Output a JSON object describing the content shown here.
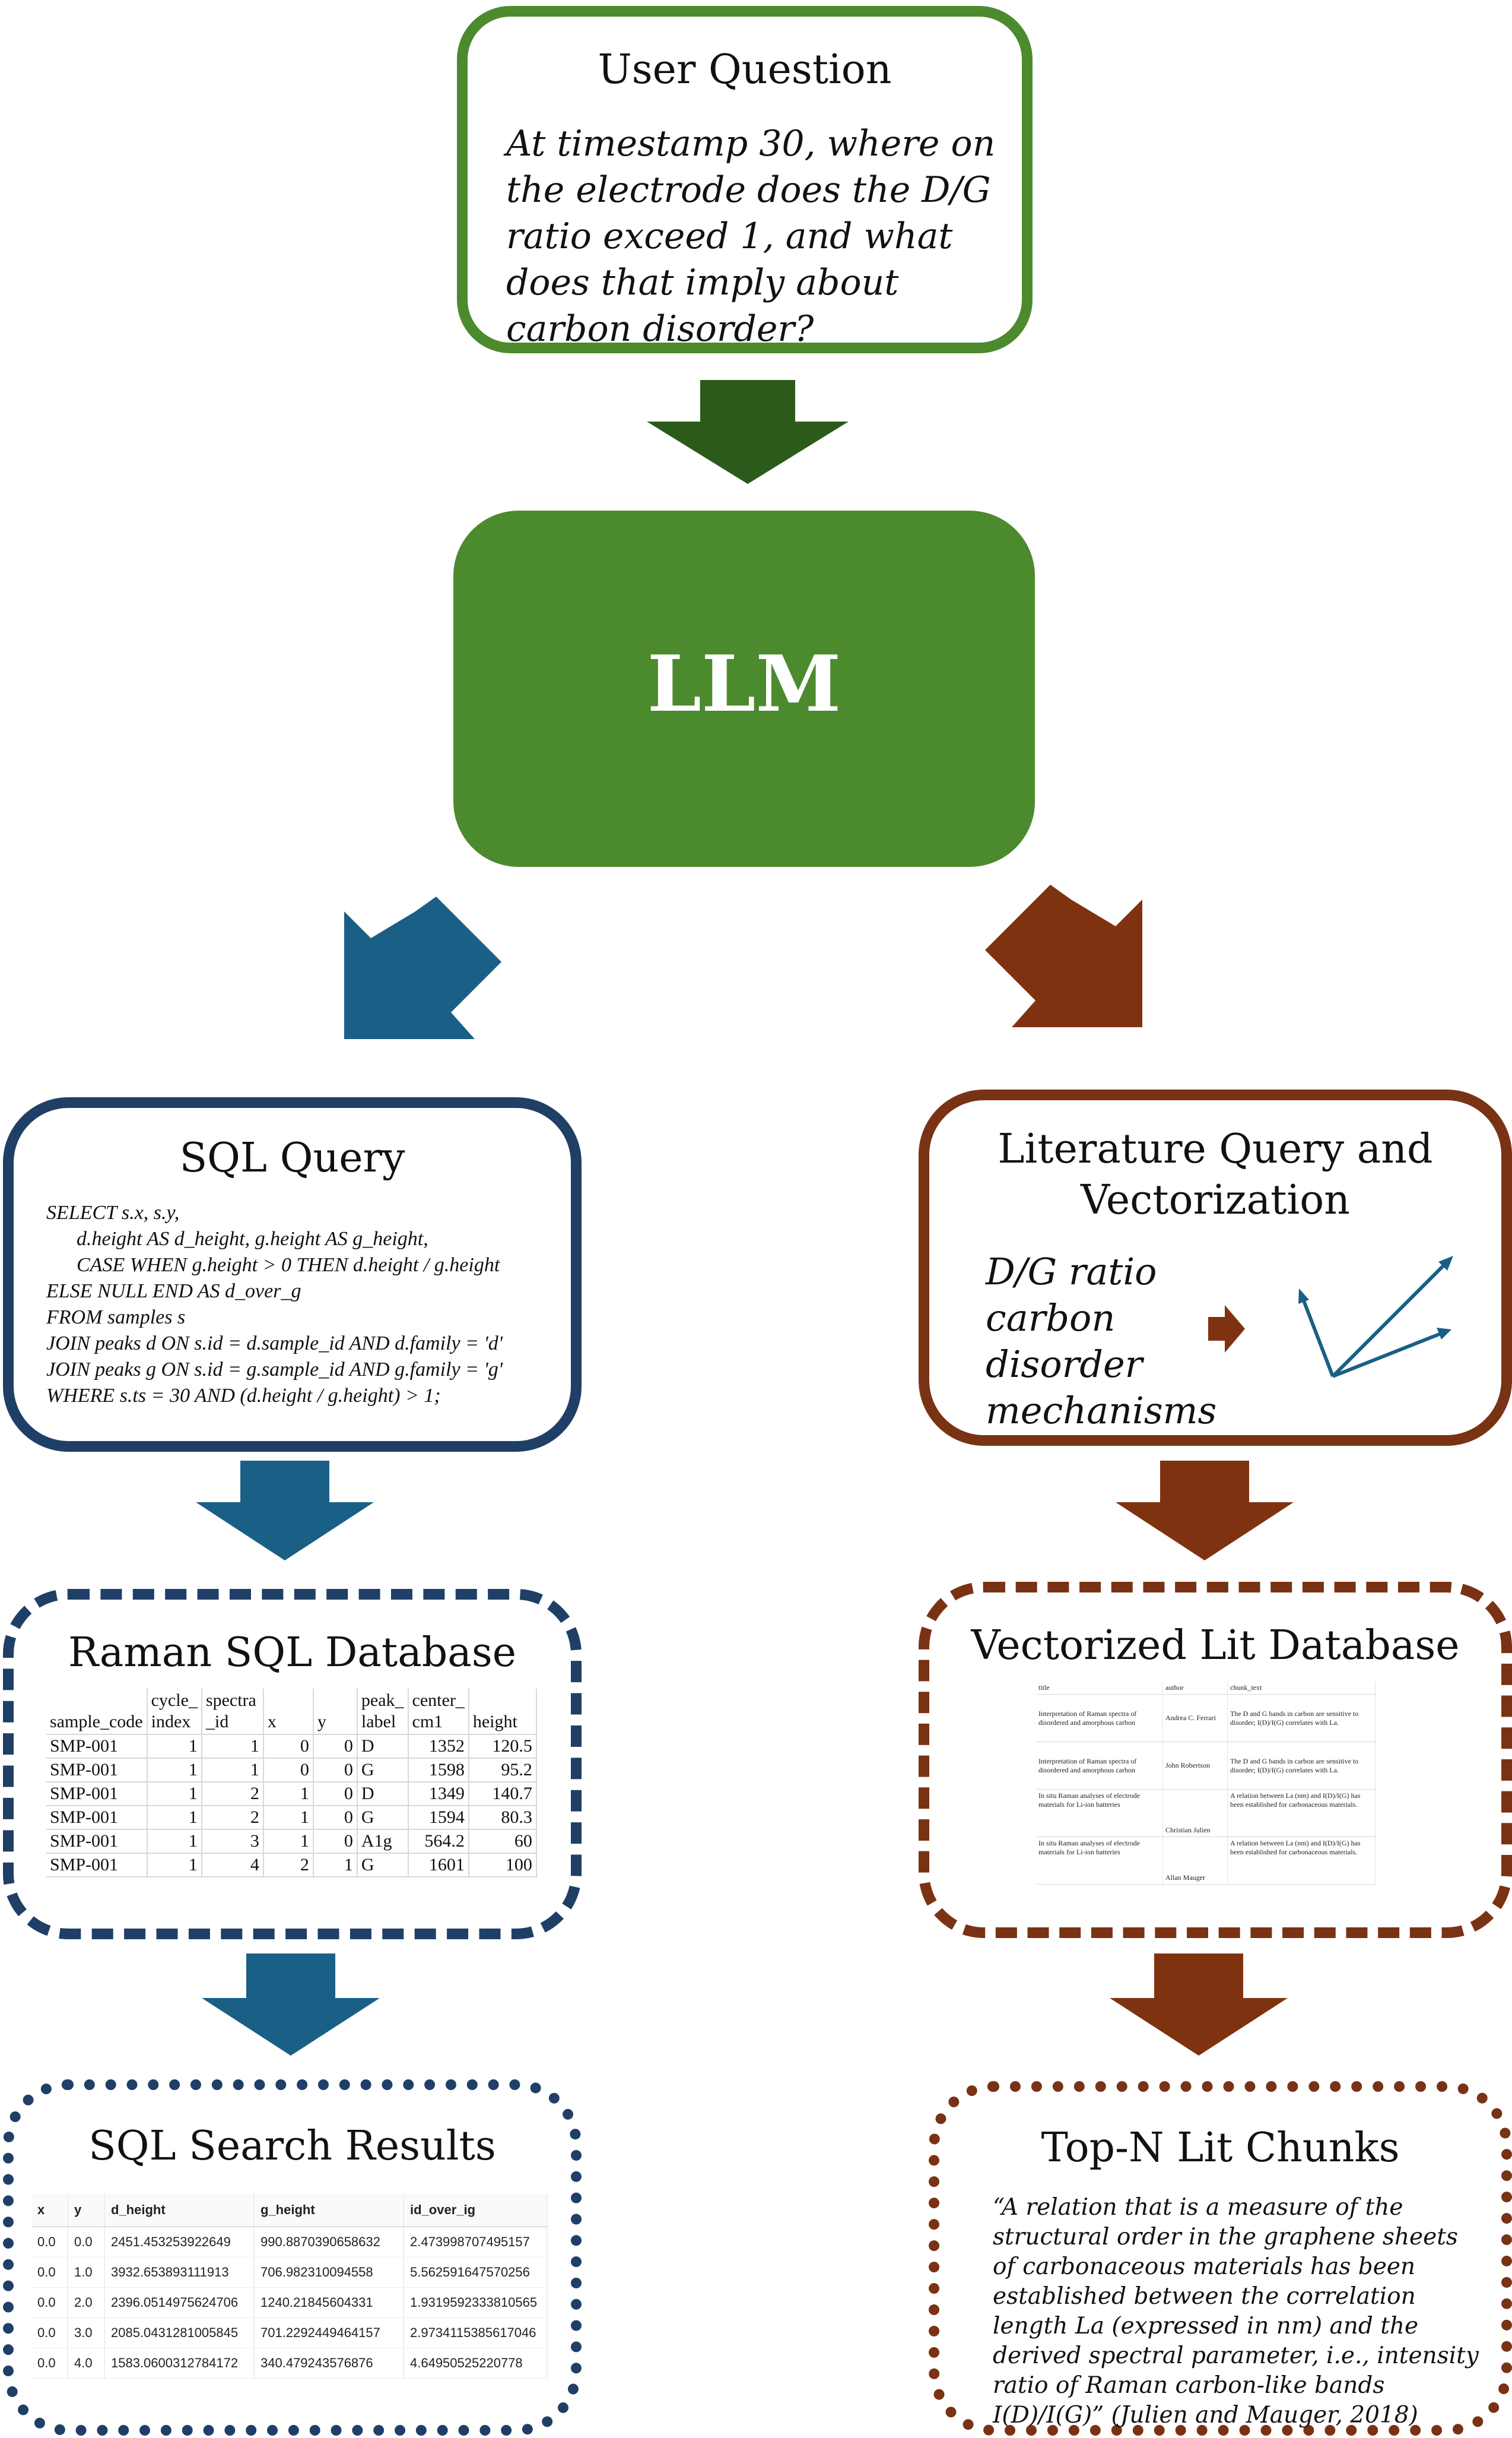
{
  "user_question": {
    "title": "User Question",
    "text": "At timestamp 30, where on the electrode does the D/G ratio exceed 1, and what does that imply about carbon disorder?"
  },
  "llm": {
    "label": "LLM"
  },
  "sql_query": {
    "title": "SQL Query",
    "code": "SELECT s.x, s.y,\n      d.height AS d_height, g.height AS g_height,\n      CASE WHEN g.height > 0 THEN d.height / g.height\nELSE NULL END AS d_over_g\nFROM samples s\nJOIN peaks d ON s.id = d.sample_id AND d.family = 'd'\nJOIN peaks g ON s.id = g.sample_id AND g.family = 'g'\nWHERE s.ts = 30 AND (d.height / g.height) > 1;"
  },
  "literature_query": {
    "title_line1": "Literature Query and",
    "title_line2": "Vectorization",
    "terms": [
      "D/G ratio",
      "carbon",
      "disorder",
      "mechanisms"
    ]
  },
  "raman_db": {
    "title": "Raman SQL Database",
    "columns": [
      [
        "",
        "sample_code"
      ],
      [
        "cycle_",
        "index"
      ],
      [
        "spectra",
        "_id"
      ],
      [
        "",
        "x"
      ],
      [
        "",
        "y"
      ],
      [
        "peak_",
        "label"
      ],
      [
        "center_",
        "cm1"
      ],
      [
        "",
        "height"
      ]
    ],
    "rows": [
      [
        "SMP-001",
        "1",
        "1",
        "0",
        "0",
        "D",
        "1352",
        "120.5"
      ],
      [
        "SMP-001",
        "1",
        "1",
        "0",
        "0",
        "G",
        "1598",
        "95.2"
      ],
      [
        "SMP-001",
        "1",
        "2",
        "1",
        "0",
        "D",
        "1349",
        "140.7"
      ],
      [
        "SMP-001",
        "1",
        "2",
        "1",
        "0",
        "G",
        "1594",
        "80.3"
      ],
      [
        "SMP-001",
        "1",
        "3",
        "1",
        "0",
        "A1g",
        "564.2",
        "60"
      ],
      [
        "SMP-001",
        "1",
        "4",
        "2",
        "1",
        "G",
        "1601",
        "100"
      ]
    ]
  },
  "vector_db": {
    "title": "Vectorized Lit Database",
    "columns": [
      "title",
      "author",
      "chunk_text"
    ],
    "rows": [
      [
        "Interpretation of Raman spectra of disordered and amorphous carbon",
        "Andrea C. Ferrari",
        "The D and G bands in carbon are sensitive to disorder; I(D)/I(G) correlates with La."
      ],
      [
        "Interpretation of Raman spectra of disordered and amorphous carbon",
        "John Robertson",
        "The D and G bands in carbon are sensitive to disorder; I(D)/I(G) correlates with La."
      ],
      [
        "In situ Raman analyses of electrode materials for Li-ion batteries",
        "Christian Julien",
        "A relation between La (nm) and I(D)/I(G) has been established for carbonaceous materials."
      ],
      [
        "In situ Raman analyses of electrode materials for Li-ion batteries",
        "Allan Mauger",
        "A relation between La (nm) and I(D)/I(G) has been established for carbonaceous materials."
      ]
    ]
  },
  "sql_results": {
    "title": "SQL Search Results",
    "columns": [
      "x",
      "y",
      "d_height",
      "g_height",
      "id_over_ig"
    ],
    "rows": [
      [
        "0.0",
        "0.0",
        "2451.453253922649",
        "990.8870390658632",
        "2.473998707495157"
      ],
      [
        "0.0",
        "1.0",
        "3932.653893111913",
        "706.982310094558",
        "5.562591647570256"
      ],
      [
        "0.0",
        "2.0",
        "2396.0514975624706",
        "1240.21845604331",
        "1.9319592333810565"
      ],
      [
        "0.0",
        "3.0",
        "2085.0431281005845",
        "701.2292449464157",
        "2.9734115385617046"
      ],
      [
        "0.0",
        "4.0",
        "1583.0600312784172",
        "340.479243576876",
        "4.64950525220778"
      ]
    ]
  },
  "top_n": {
    "title": "Top-N Lit Chunks",
    "quote": "“A relation that is a measure of the structural order in the graphene sheets of carbonaceous materials has been established between the correlation length La (expressed in nm) and the derived spectral parameter, i.e., intensity ratio of Raman carbon-like bands I(D)/I(G)” (Julien and Mauger, 2018)"
  },
  "colors": {
    "green_box": "#4c8a2e",
    "green_arrow": "#2b5a1a",
    "blue": "#1f3f66",
    "blue_arrow": "#1a5f85",
    "brown": "#7a3214",
    "brown_arrow": "#7f3210"
  }
}
